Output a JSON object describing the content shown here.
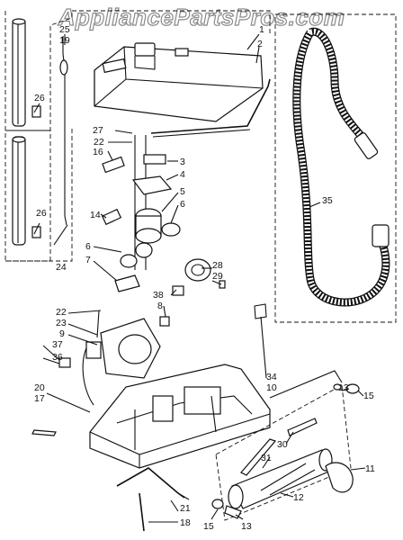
{
  "watermark": "AppliancePartsPros.com",
  "callouts": [
    {
      "id": "c1",
      "text": "1"
    },
    {
      "id": "c2",
      "text": "2"
    },
    {
      "id": "c3",
      "text": "3"
    },
    {
      "id": "c4",
      "text": "4"
    },
    {
      "id": "c5",
      "text": "5"
    },
    {
      "id": "c6a",
      "text": "6"
    },
    {
      "id": "c6b",
      "text": "6"
    },
    {
      "id": "c7",
      "text": "7"
    },
    {
      "id": "c8",
      "text": "8"
    },
    {
      "id": "c9",
      "text": "9"
    },
    {
      "id": "c10",
      "text": "10"
    },
    {
      "id": "c11",
      "text": "11"
    },
    {
      "id": "c12",
      "text": "12"
    },
    {
      "id": "c13a",
      "text": "13"
    },
    {
      "id": "c13b",
      "text": "13"
    },
    {
      "id": "c14",
      "text": "14"
    },
    {
      "id": "c15a",
      "text": "15"
    },
    {
      "id": "c15b",
      "text": "15"
    },
    {
      "id": "c16",
      "text": "16"
    },
    {
      "id": "c17",
      "text": "17"
    },
    {
      "id": "c18",
      "text": "18"
    },
    {
      "id": "c19",
      "text": "19"
    },
    {
      "id": "c20",
      "text": "20"
    },
    {
      "id": "c21",
      "text": "21"
    },
    {
      "id": "c22a",
      "text": "22"
    },
    {
      "id": "c22b",
      "text": "22"
    },
    {
      "id": "c23",
      "text": "23"
    },
    {
      "id": "c24",
      "text": "24"
    },
    {
      "id": "c25",
      "text": "25"
    },
    {
      "id": "c26a",
      "text": "26"
    },
    {
      "id": "c26b",
      "text": "26"
    },
    {
      "id": "c27",
      "text": "27"
    },
    {
      "id": "c28",
      "text": "28"
    },
    {
      "id": "c29",
      "text": "29"
    },
    {
      "id": "c30",
      "text": "30"
    },
    {
      "id": "c31",
      "text": "31"
    },
    {
      "id": "c34",
      "text": "34"
    },
    {
      "id": "c35",
      "text": "35"
    },
    {
      "id": "c36",
      "text": "36"
    },
    {
      "id": "c37",
      "text": "37"
    },
    {
      "id": "c38",
      "text": "38"
    }
  ]
}
